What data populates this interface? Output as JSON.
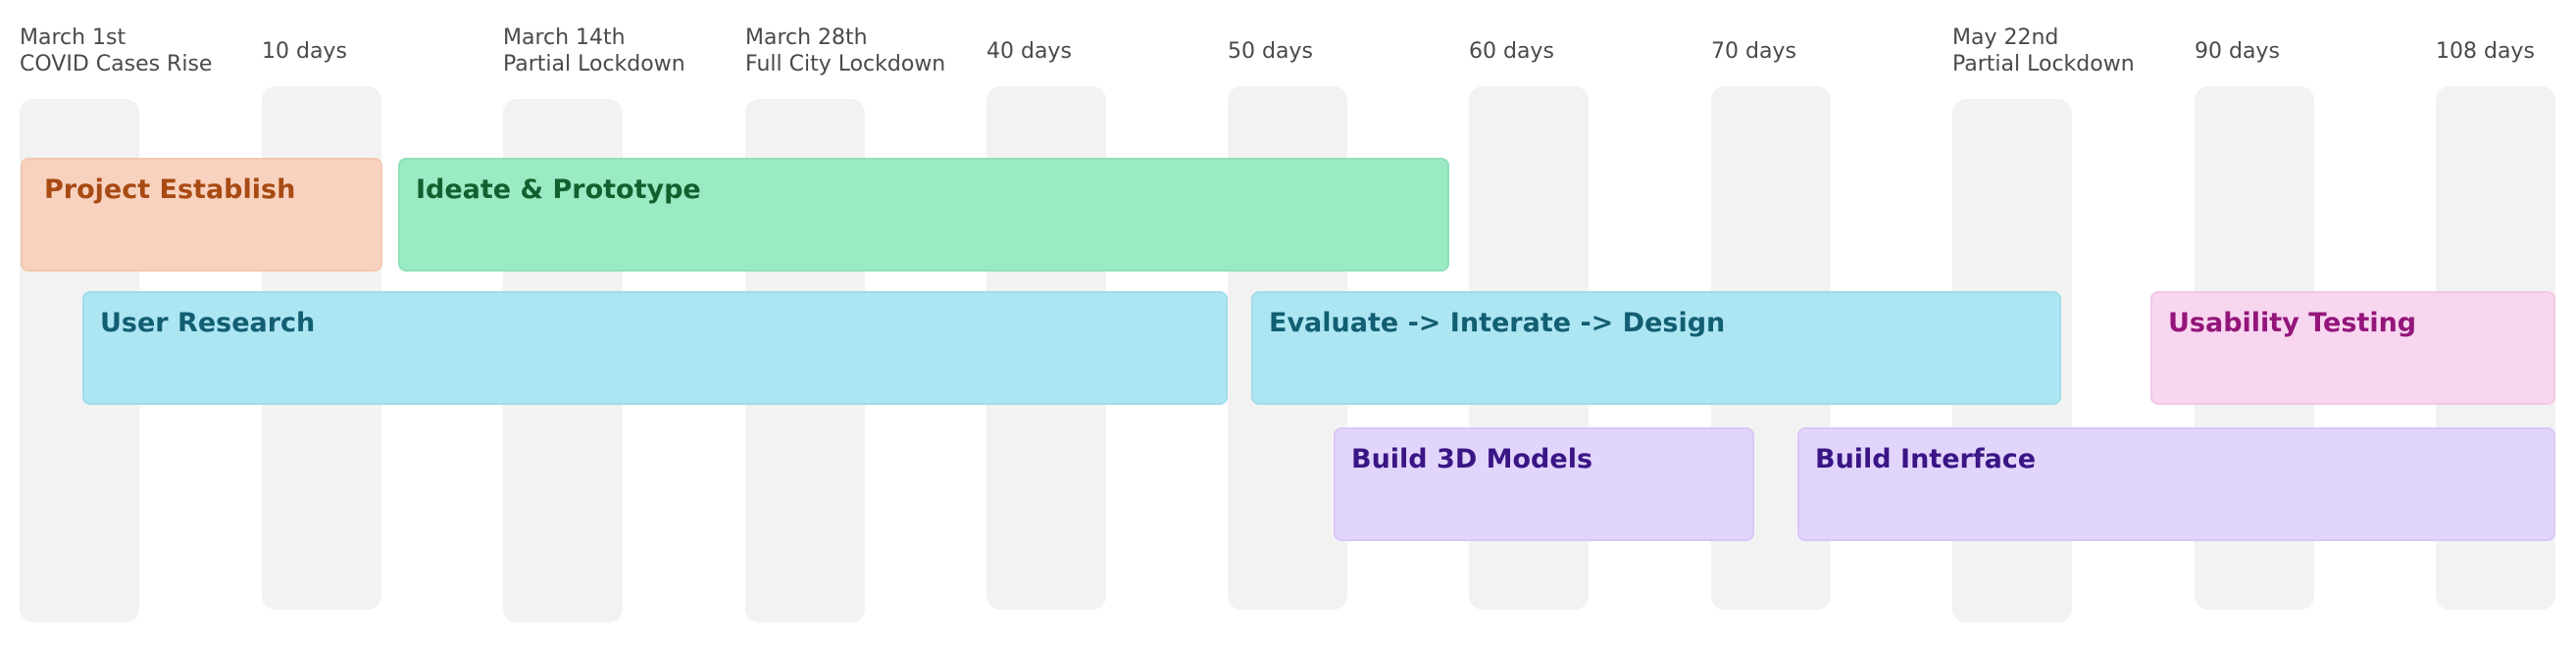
{
  "columns": [
    {
      "line1": "March 1st",
      "line2": "COVID Cases Rise"
    },
    {
      "line1": "10 days",
      "line2": ""
    },
    {
      "line1": "March 14th",
      "line2": "Partial Lockdown"
    },
    {
      "line1": "March 28th",
      "line2": "Full City Lockdown"
    },
    {
      "line1": "40 days",
      "line2": ""
    },
    {
      "line1": "50 days",
      "line2": ""
    },
    {
      "line1": "60 days",
      "line2": ""
    },
    {
      "line1": "70 days",
      "line2": ""
    },
    {
      "line1": "May 22nd",
      "line2": "Partial Lockdown"
    },
    {
      "line1": "90 days",
      "line2": ""
    },
    {
      "line1": "108 days",
      "line2": ""
    }
  ],
  "bars": [
    {
      "label": "Project Establish",
      "fill": "#f9d2bf",
      "text": "#a84a13"
    },
    {
      "label": "Ideate & Prototype",
      "fill": "#9aeac4",
      "text": "#13602f"
    },
    {
      "label": "User Research",
      "fill": "#ade6f3",
      "text": "#125e72"
    },
    {
      "label": "Evaluate -> Interate -> Design",
      "fill": "#ade6f3",
      "text": "#125e72"
    },
    {
      "label": "Usability Testing",
      "fill": "#f8d6f0",
      "text": "#93157a"
    },
    {
      "label": "Build 3D Models",
      "fill": "#e2d5fc",
      "text": "#3a1585"
    },
    {
      "label": "Build Interface",
      "fill": "#e2d5fc",
      "text": "#3a1585"
    }
  ]
}
